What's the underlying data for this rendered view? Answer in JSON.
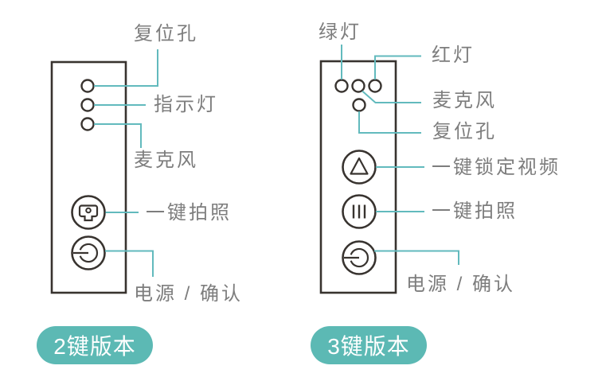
{
  "colors": {
    "connector_teal": "#62babd",
    "badge_teal": "#5cb9b4",
    "badge_text": "#ffffff",
    "device_outline": "#38332f",
    "label_gray": "#7d7d7d",
    "background": "#ffffff"
  },
  "panel_2key": {
    "badge": "2键版本",
    "labels": {
      "reset_hole": "复位孔",
      "indicator_light": "指示灯",
      "microphone": "麦克风",
      "one_key_photo": "一键拍照",
      "power_confirm": "电源 / 确认"
    }
  },
  "panel_3key": {
    "badge": "3键版本",
    "labels": {
      "green_light": "绿灯",
      "red_light": "红灯",
      "microphone": "麦克风",
      "reset_hole": "复位孔",
      "one_key_lock_video": "一键锁定视频",
      "one_key_photo": "一键拍照",
      "power_confirm": "电源 / 确认"
    }
  }
}
